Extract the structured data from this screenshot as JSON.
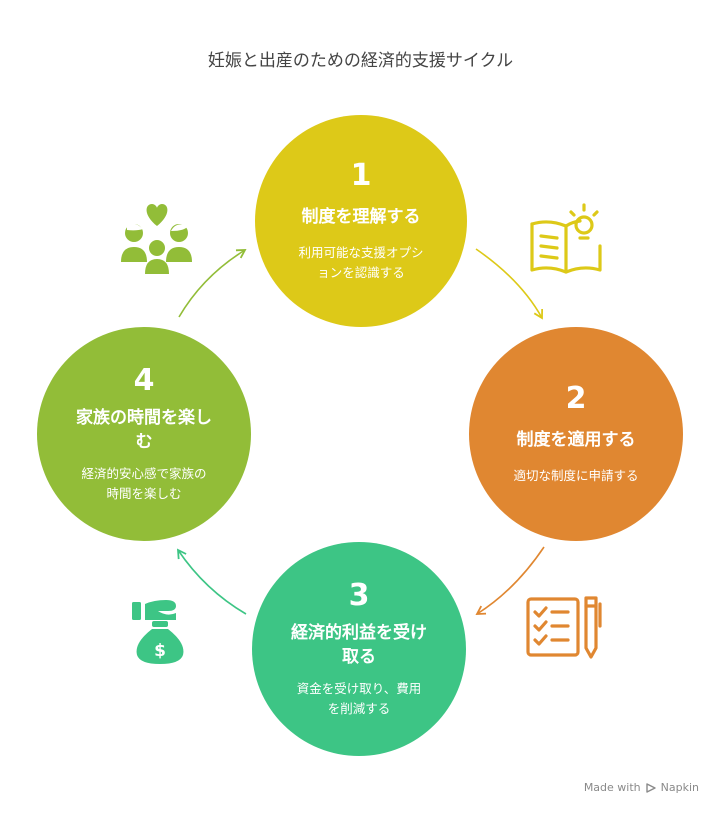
{
  "title": "妊娠と出産のための経済的支援サイクル",
  "steps": [
    {
      "number": "1",
      "heading": "制度を理解する",
      "desc_lines": [
        "利用可能な支援オプシ",
        "ョンを認識する"
      ],
      "color": "#DDC918",
      "icon": "book-lightbulb-icon"
    },
    {
      "number": "2",
      "heading": "制度を適用する",
      "desc_lines": [
        "適切な制度に申請する"
      ],
      "color": "#E08731",
      "icon": "checklist-pen-icon"
    },
    {
      "number": "3",
      "heading_lines": [
        "経済的利益を受け",
        "取る"
      ],
      "desc_lines": [
        "資金を受け取り、費用",
        "を削減する"
      ],
      "color": "#3DC585",
      "icon": "money-bag-hand-icon"
    },
    {
      "number": "4",
      "heading_lines": [
        "家族の時間を楽し",
        "む"
      ],
      "desc_lines": [
        "経済的安心感で家族の",
        "時間を楽しむ"
      ],
      "color": "#92BD38",
      "icon": "family-heart-icon"
    }
  ],
  "footer": {
    "made_with": "Made with",
    "brand": "Napkin"
  }
}
